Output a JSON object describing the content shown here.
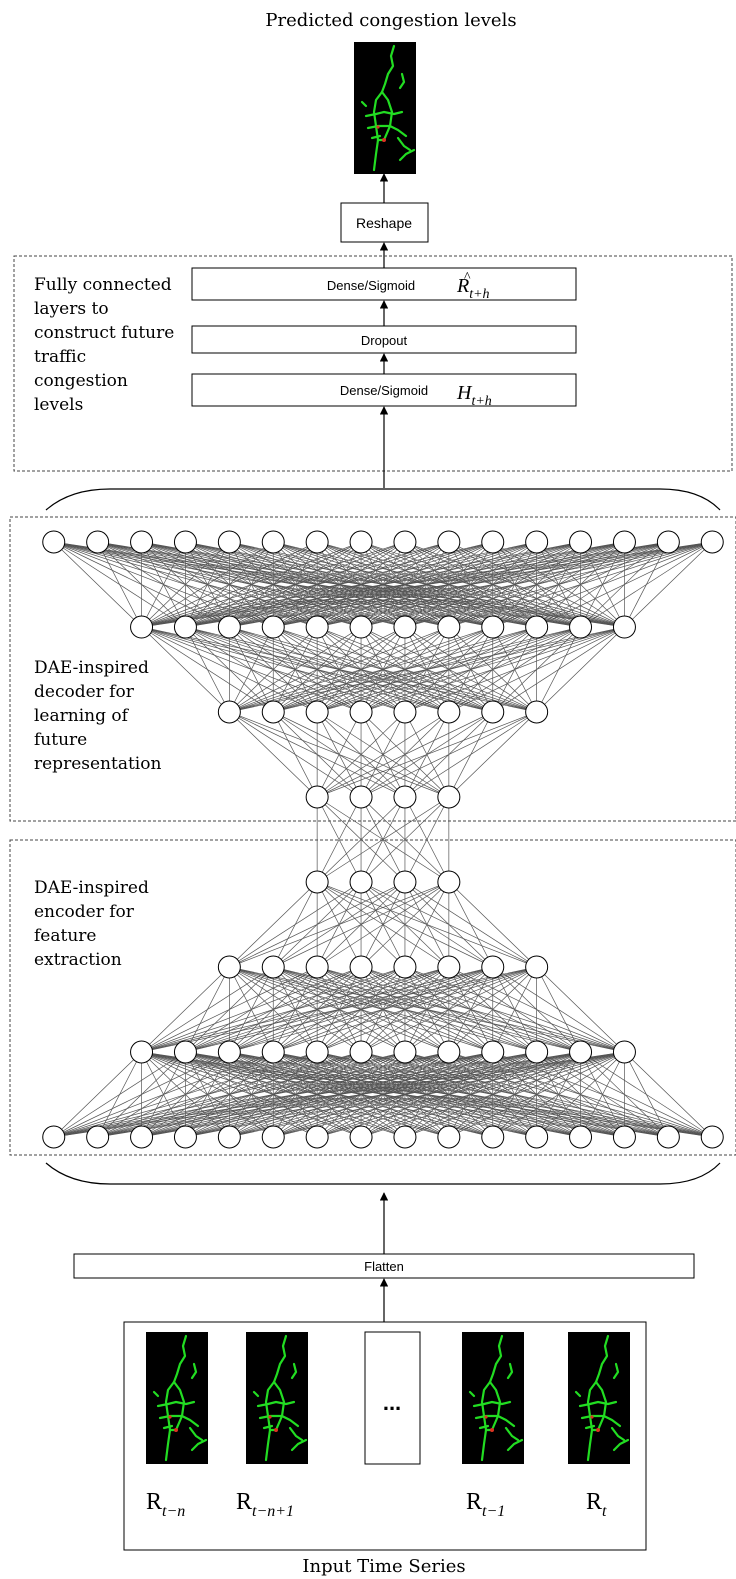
{
  "title_top": "Predicted congestion levels",
  "title_bottom": "Input Time Series",
  "layers": {
    "reshape": "Reshape",
    "dense_top": "Dense/Sigmoid",
    "dropout": "Dropout",
    "dense_bottom": "Dense/Sigmoid",
    "flatten": "Flatten"
  },
  "math": {
    "r_hat_base": "R",
    "r_hat_accent": "^",
    "r_hat_sub": "t+h",
    "h_base": "H",
    "h_sub": "t+h"
  },
  "sections": {
    "fc": [
      "Fully connected",
      "layers to",
      "construct future",
      "traffic",
      "congestion",
      "levels"
    ],
    "decoder": [
      "DAE-inspired",
      "decoder for",
      "learning of",
      "future",
      "representation"
    ],
    "encoder": [
      "DAE-inspired",
      "encoder for",
      "feature",
      "extraction"
    ]
  },
  "inputs": {
    "labels": [
      {
        "base": "R",
        "sub": "t−n"
      },
      {
        "base": "R",
        "sub": "t−n+1"
      },
      {
        "base": "R",
        "sub": "t−1"
      },
      {
        "base": "R",
        "sub": "t"
      }
    ],
    "ellipsis": "..."
  },
  "network": {
    "layer_sizes_top_to_bottom": [
      16,
      12,
      8,
      4,
      4,
      8,
      12,
      16
    ]
  },
  "colors": {
    "road": "#22dd22",
    "road_dark": "#119911",
    "map_bg": "#000000",
    "line": "#555555",
    "frame": "#000000"
  }
}
